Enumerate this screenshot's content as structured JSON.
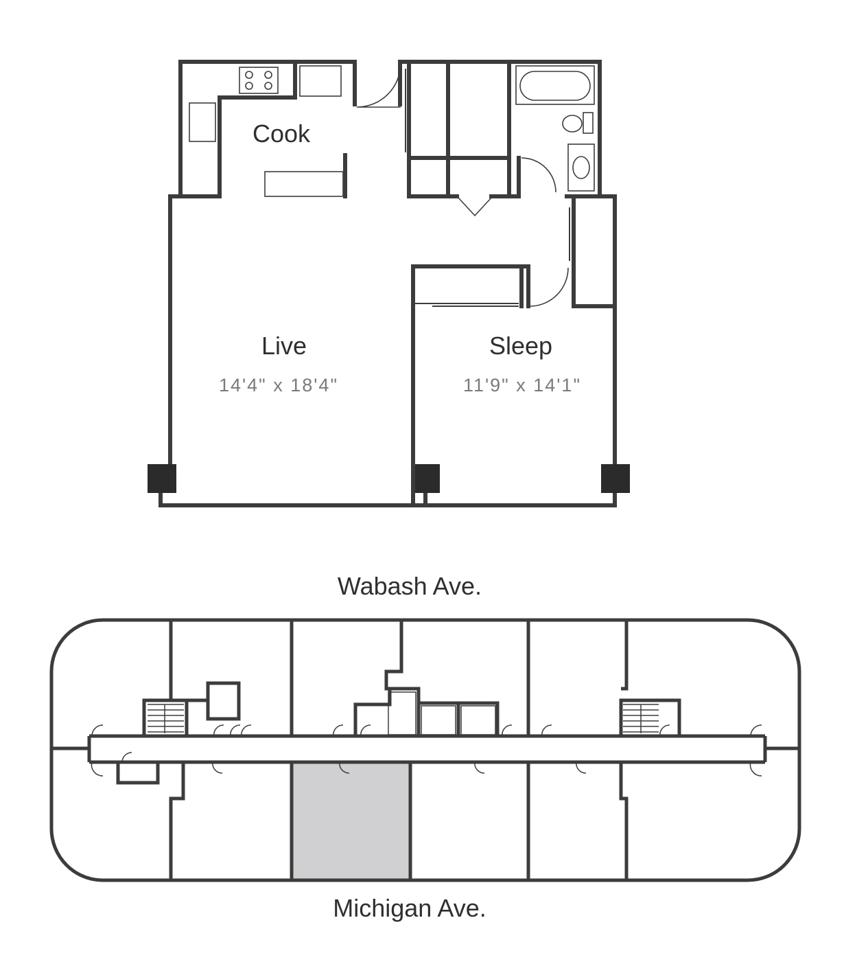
{
  "unit_plan": {
    "rooms": {
      "cook": {
        "label": "Cook"
      },
      "live": {
        "label": "Live",
        "dimensions": "14'4\" x 18'4\""
      },
      "sleep": {
        "label": "Sleep",
        "dimensions": "11'9\" x 14'1\""
      }
    }
  },
  "key_plan": {
    "street_top": "Wabash Ave.",
    "street_bottom": "Michigan Ave.",
    "highlight_color": "#d0d0d2"
  },
  "colors": {
    "wall": "#3c3c3c",
    "column": "#2b2b2b",
    "text": "#2f2f2f",
    "dimension_text": "#7a7a7a"
  }
}
